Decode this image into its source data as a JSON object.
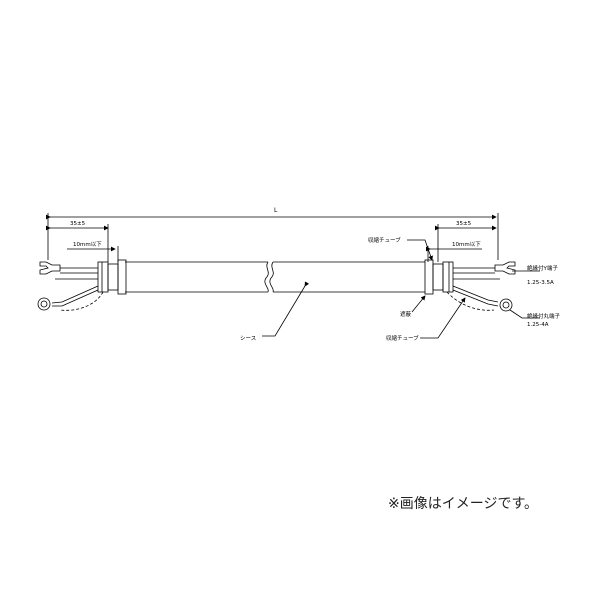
{
  "drawing": {
    "overall_length_label": "L",
    "left_strip_dim": "35±5",
    "right_strip_dim": "35±5",
    "left_tube_dim": "10mm以下",
    "right_tube_dim": "10mm以下",
    "label_tube_top": "収縮チューブ",
    "label_tube_bottom": "収縮チューブ",
    "label_sheath": "シース",
    "label_tape": "遮蔽",
    "label_y_terminal": "絶縁付Y端子",
    "label_y_terminal_spec": "1.25-3.5A",
    "label_ring_terminal": "絶縁付丸端子",
    "label_ring_terminal_spec": "1.25-4A"
  },
  "note": "※画像はイメージです。"
}
